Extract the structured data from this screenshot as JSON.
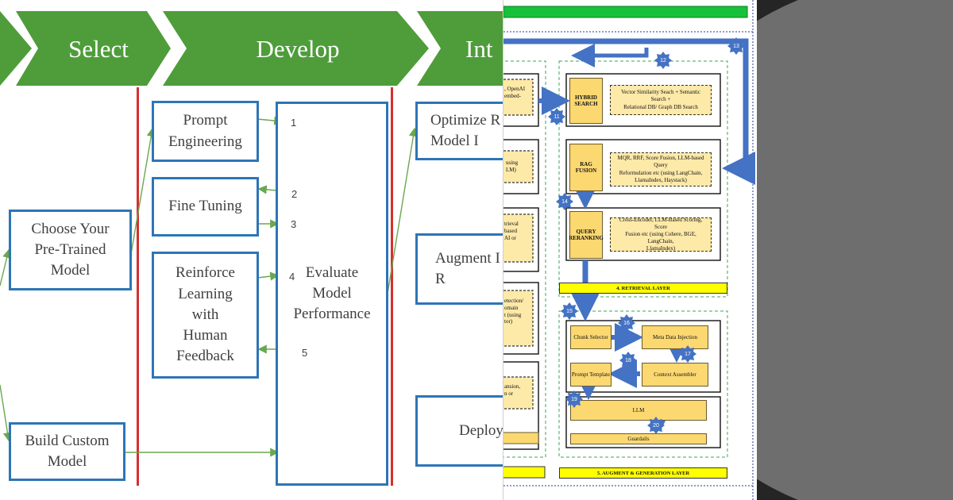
{
  "stages": [
    "Select",
    "Develop",
    "Int"
  ],
  "boxes": {
    "choose_model": "Choose Your\nPre-Trained\nModel",
    "build_custom": "Build Custom\nModel",
    "prompt_engineering": "Prompt\nEngineering",
    "fine_tuning": "Fine Tuning",
    "rlhf": "Reinforce\nLearning\nwith\nHuman\nFeedback",
    "evaluate": "Evaluate\nModel\nPerformance",
    "optimize": "Optimize R\nModel I",
    "augment": "Augment I\nR",
    "deploy": "Deploy"
  },
  "step_numbers": [
    "1",
    "2",
    "3",
    "4",
    "5"
  ],
  "architecture": {
    "hybrid_search": {
      "title": "HYBRID\nSEARCH",
      "desc": "Vector Similarity Seach + Semantic Search +\nRelational DB/ Graph DB Search"
    },
    "rag_fusion": {
      "title": "RAG FUSION",
      "desc": "MQR, RRF, Score Fusion, LLM-based Query\nReformulation etc (using LangChain,\nLlamaIndex, Haystack)"
    },
    "query_reranking": {
      "title": "QUERY\nRERANKING",
      "desc": "Cross-Encoder, LLM-Based Scoring, Score\nFusion etc (using Cohere, BGE, LangChain,\nLlamaIndex)"
    },
    "retrieval_layer": "4. RETRIEVAL LAYER",
    "chunk_selector": "Chunk Selector",
    "meta_data_injection": "Meta Data Injection",
    "prompt_template": "Prompt Template",
    "context_assembler": "Context Assembler",
    "llm": "LLM",
    "guardrails": "Guardails",
    "augment_layer": "5. AUGMENT & GENERATION LAYER",
    "left_fragments": [
      ", OpenAI\nembed-",
      "using\nLM)",
      "trieval\nbased\nAI or",
      "etection/\nomain\nt (using\ntor)",
      "ansion,\nn or"
    ],
    "badges": [
      "11",
      "12",
      "13",
      "14",
      "15",
      "16",
      "17",
      "18",
      "19",
      "20"
    ]
  },
  "colors": {
    "chevron_green": "#4e9d3a",
    "box_border_blue": "#2e75b6",
    "divider_red": "#d62f2f",
    "arrow_green": "#6aa84f",
    "doc_yellow_box": "#fcd871",
    "doc_layer_yellow": "#ffff00",
    "doc_arrow_blue": "#4472c4",
    "doc_dashed_green": "#3aa757",
    "slide_dark": "#252525",
    "slide_gray": "#6e6e6e"
  }
}
